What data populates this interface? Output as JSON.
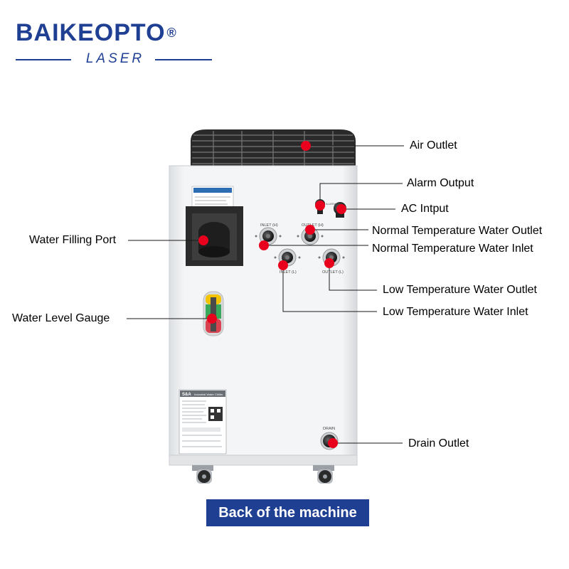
{
  "brand": {
    "name": "BAIKEOPTO",
    "registered": "®",
    "subtitle": "LASER",
    "color": "#1f3f93"
  },
  "callouts": {
    "air_outlet": "Air Outlet",
    "alarm_output": "Alarm Output",
    "ac_input": "AC Intput",
    "normal_temp_outlet": "Normal Temperature Water Outlet",
    "normal_temp_inlet": "Normal Temperature Water Inlet",
    "low_temp_outlet": "Low Temperature Water Outlet",
    "low_temp_inlet": "Low Temperature Water Inlet",
    "water_filling_port": "Water Filling Port",
    "water_level_gauge": "Water Level Gauge",
    "drain_outlet": "Drain Outlet"
  },
  "machine_labels": {
    "inlet_h": "INLET (H)",
    "outlet_h": "OUTLET (H)",
    "inlet_l": "INLET (L)",
    "outlet_l": "OUTLET (L)",
    "drain": "DRAIN",
    "nameplate_brand": "S&A",
    "nameplate_title": "Industrial Water Chiller"
  },
  "footer": {
    "caption": "Back of the machine"
  },
  "colors": {
    "marker": "#e8001c",
    "footer_bg": "#1f3f93",
    "cabinet": "#f1f2f3"
  }
}
